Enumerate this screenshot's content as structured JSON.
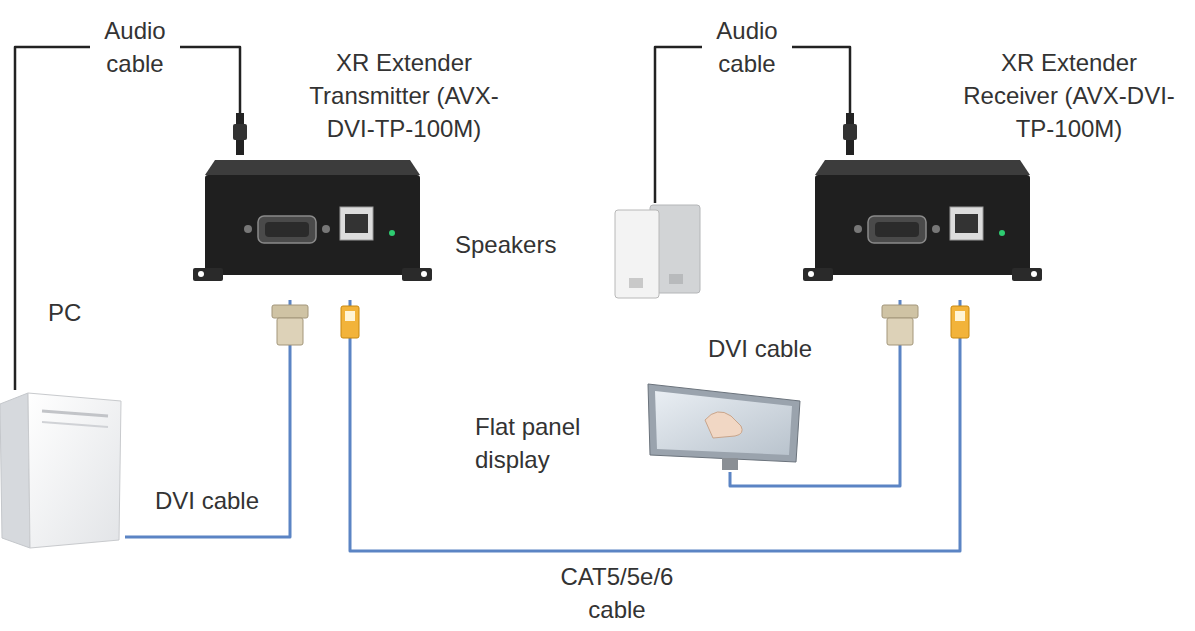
{
  "diagram": {
    "nodes": [
      {
        "text": [
          "PC"
        ]
      },
      {
        "text": [
          "XR Extender Transmitter (AVX-DVI-TP-100M)"
        ]
      },
      {
        "text": [
          "Speakers"
        ]
      },
      {
        "text": [
          "XR Extender Receiver (AVX-DVI-TP-100M)"
        ]
      },
      {
        "text": [
          "Flat panel display"
        ]
      }
    ],
    "edges": [
      {
        "from": 0,
        "to": 1,
        "label": "Audio cable",
        "arrow": "none"
      },
      {
        "from": 0,
        "to": 1,
        "label": "DVI cable",
        "arrow": "none"
      },
      {
        "from": 1,
        "to": 3,
        "label": "CAT5/5e/6 cable",
        "arrow": "none"
      },
      {
        "from": 3,
        "to": 2,
        "label": "Audio cable",
        "arrow": "none"
      },
      {
        "from": 3,
        "to": 4,
        "label": "DVI cable",
        "arrow": "none"
      }
    ]
  }
}
